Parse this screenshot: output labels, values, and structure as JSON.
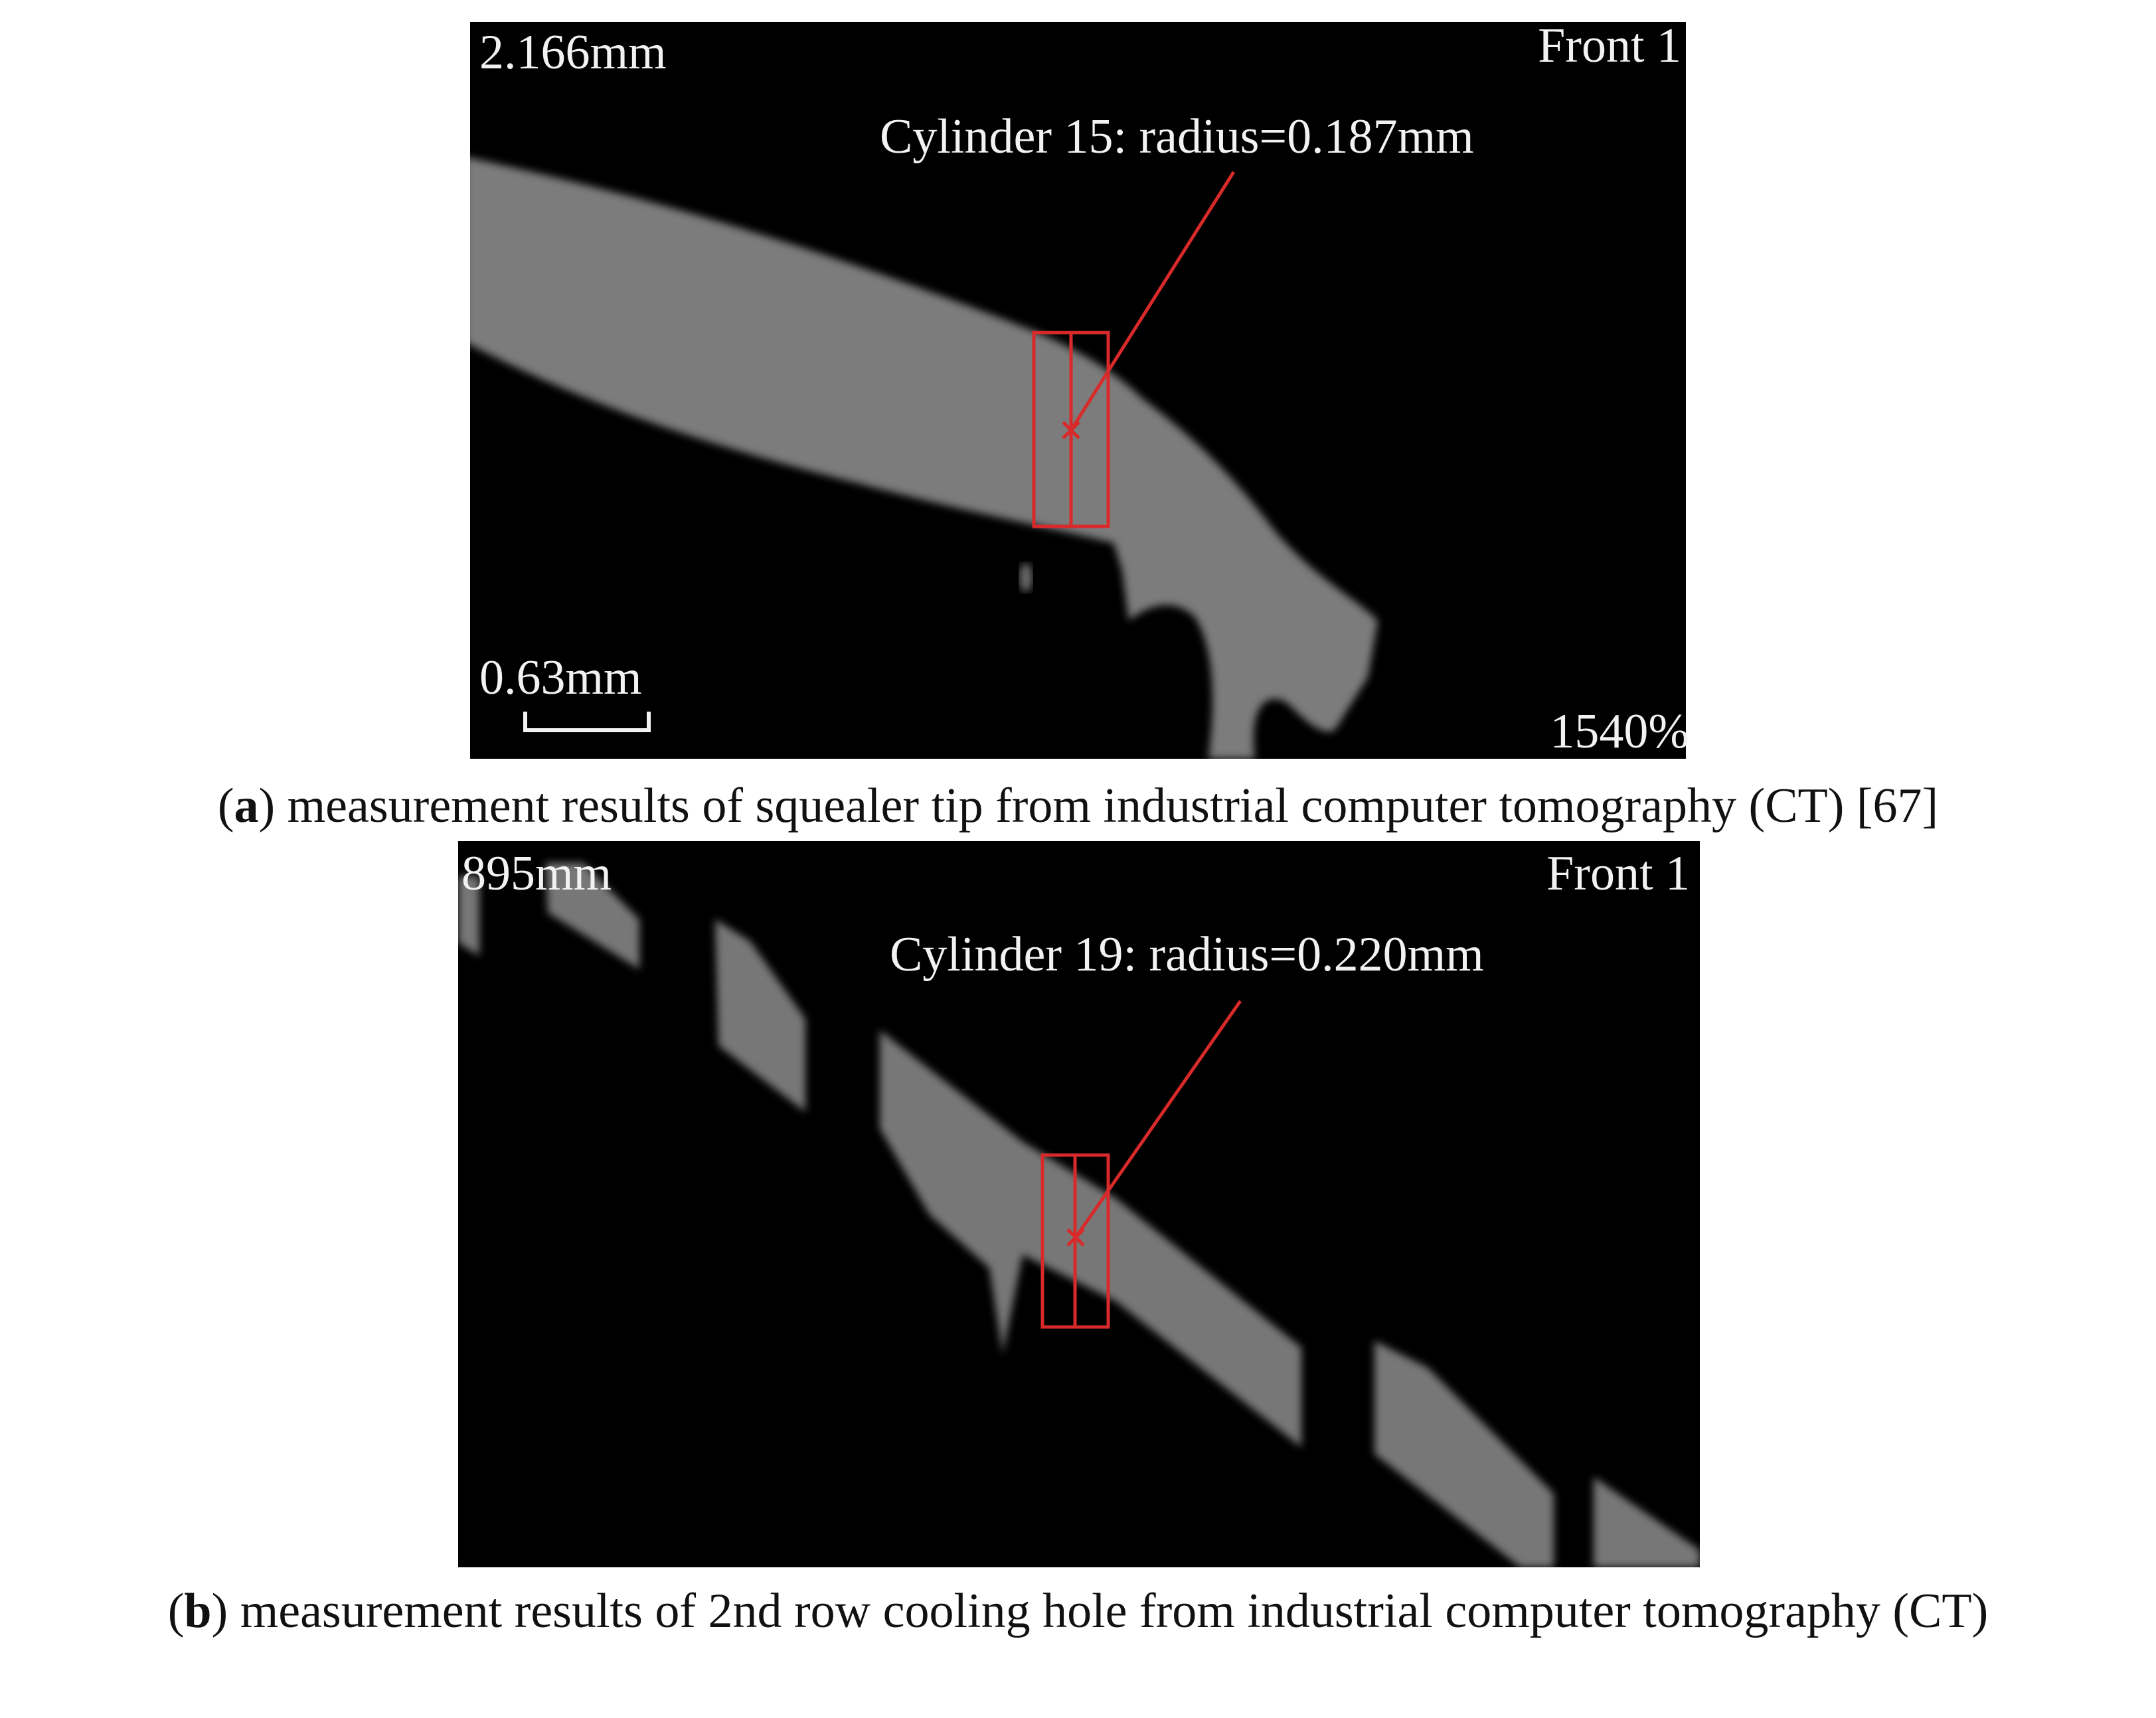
{
  "panel_a": {
    "scale_readout": "2.166mm",
    "view_label": "Front 1",
    "measurement_label": "Cylinder 15: radius=0.187mm",
    "scale_bar_label": "0.63mm",
    "zoom_level": "1540%",
    "caption_letter": "a",
    "caption_text": "measurement results of squealer tip from industrial computer tomography (CT) [67]"
  },
  "panel_b": {
    "scale_readout": "895mm",
    "view_label": "Front 1",
    "measurement_label": "Cylinder 19: radius=0.220mm",
    "caption_letter": "b",
    "caption_text": "measurement results of 2nd row cooling hole from industrial computer tomography (CT)"
  },
  "colors": {
    "marker": "#d82a2a",
    "material": "#7a7a7a",
    "background": "#000000"
  }
}
